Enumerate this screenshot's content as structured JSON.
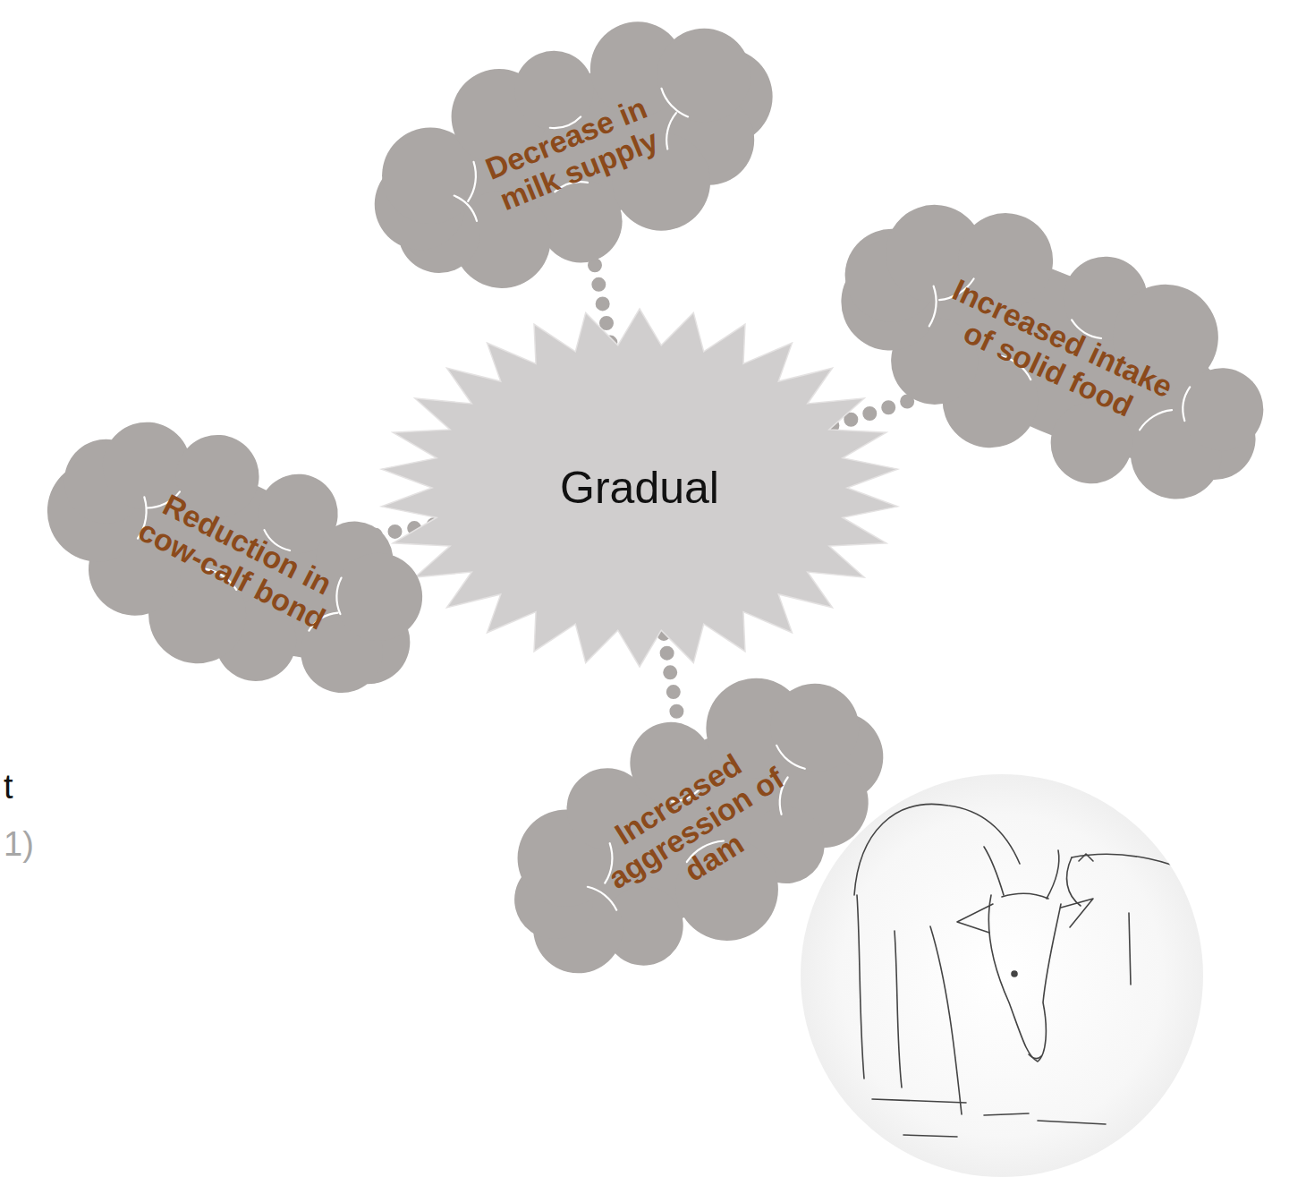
{
  "diagram": {
    "nodes": [
      {
        "text": [
          "Decrease in milk supply"
        ]
      },
      {
        "text": [
          "Increased intake of solid food"
        ]
      },
      {
        "text": [
          "Gradual"
        ]
      },
      {
        "text": [
          "Reduction in cow-calf bond"
        ]
      },
      {
        "text": [
          "Increased aggression of dam"
        ]
      }
    ],
    "edges": [
      {
        "from": 2,
        "to": 0,
        "arrow": "none"
      },
      {
        "from": 2,
        "to": 1,
        "arrow": "none"
      },
      {
        "from": 2,
        "to": 3,
        "arrow": "none"
      },
      {
        "from": 2,
        "to": 4,
        "arrow": "none"
      }
    ],
    "labels": [
      "t",
      "1)"
    ]
  }
}
